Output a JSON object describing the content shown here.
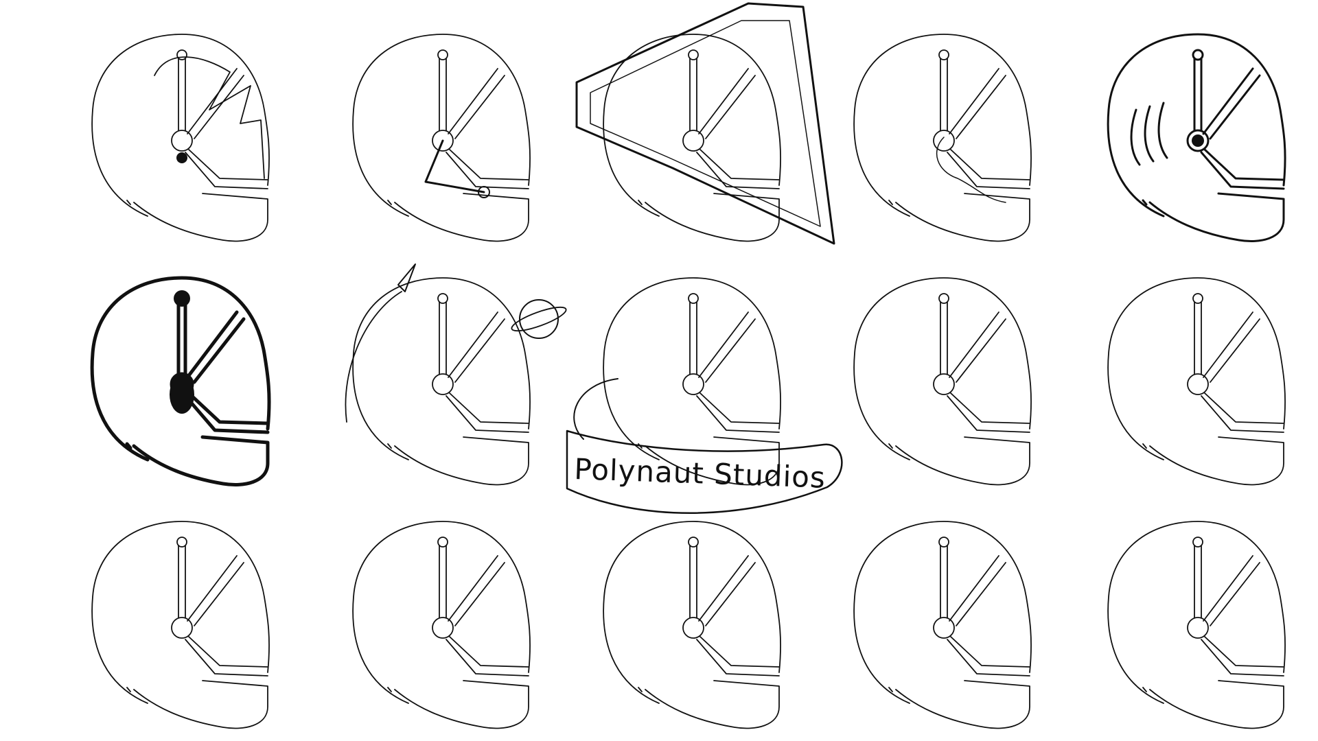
{
  "sheet": {
    "background": "#ffffff",
    "ink": "#111111",
    "rows": 3,
    "columns": 5
  },
  "banner": {
    "text": "Polynaut Studios"
  },
  "helmets": [
    {
      "name": "helmet-sketch-flame-visor",
      "variant": "flame"
    },
    {
      "name": "helmet-sketch-hinged-arm",
      "variant": "hinge"
    },
    {
      "name": "helmet-sketch-shield-emblem",
      "variant": "shield"
    },
    {
      "name": "helmet-sketch-wired",
      "variant": "wire"
    },
    {
      "name": "helmet-sketch-bold-clip",
      "variant": "bold"
    },
    {
      "name": "helmet-sketch-thick-outline",
      "variant": "thick"
    },
    {
      "name": "helmet-sketch-rocket-orbit",
      "variant": "rocket"
    },
    {
      "name": "helmet-sketch-banner-logo",
      "variant": "banner"
    },
    {
      "name": "helmet-sketch-plain-1",
      "variant": "plain"
    },
    {
      "name": "helmet-sketch-plain-2",
      "variant": "plain"
    },
    {
      "name": "helmet-sketch-plain-3",
      "variant": "plain"
    },
    {
      "name": "helmet-sketch-plain-4",
      "variant": "plain"
    },
    {
      "name": "helmet-sketch-plain-5",
      "variant": "plain"
    },
    {
      "name": "helmet-sketch-plain-6",
      "variant": "plain"
    },
    {
      "name": "helmet-sketch-plain-7",
      "variant": "plain"
    }
  ]
}
